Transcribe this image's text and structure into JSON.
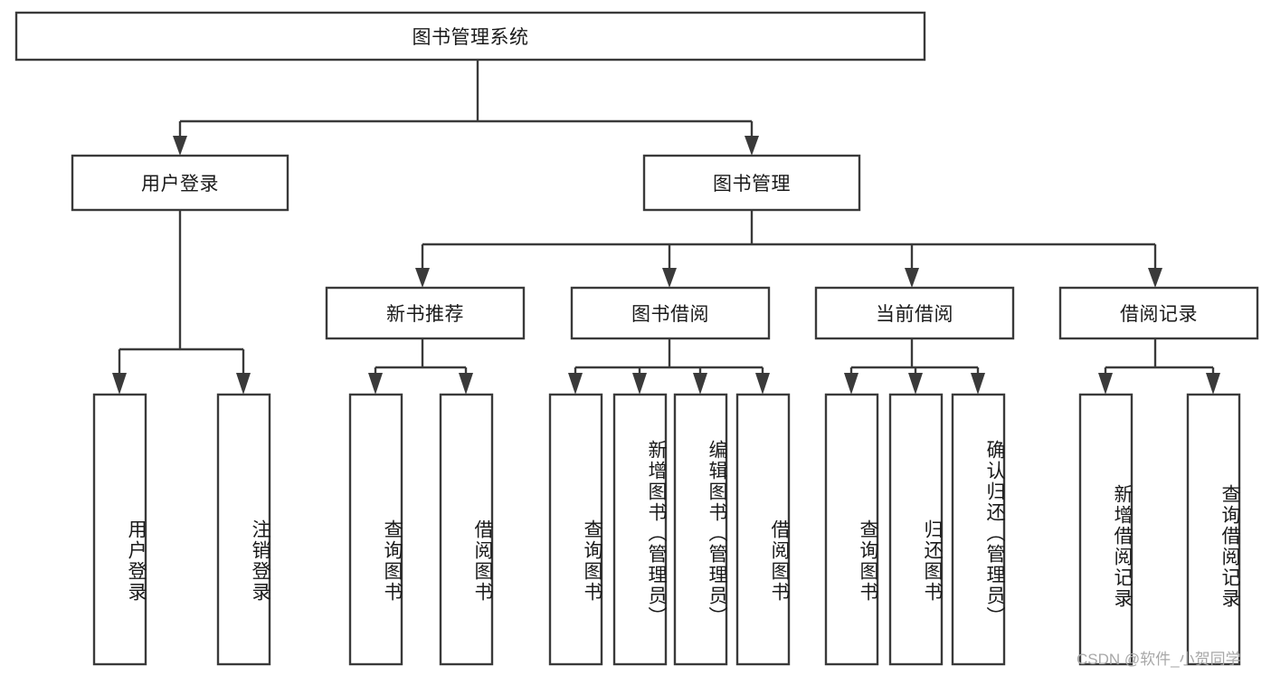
{
  "diagram": {
    "type": "tree",
    "title": "图书管理系统",
    "root": {
      "label": "图书管理系统"
    },
    "level2": [
      {
        "label": "用户登录"
      },
      {
        "label": "图书管理"
      }
    ],
    "level3": [
      {
        "label": "新书推荐"
      },
      {
        "label": "图书借阅"
      },
      {
        "label": "当前借阅"
      },
      {
        "label": "借阅记录"
      }
    ],
    "leaves": {
      "user_login": [
        {
          "label": "用户登录"
        },
        {
          "label": "注销登录"
        }
      ],
      "new_book_recommend": [
        {
          "label": "查询图书"
        },
        {
          "label": "借阅图书"
        }
      ],
      "book_borrow": [
        {
          "label": "查询图书"
        },
        {
          "label": "新增图书（管理员）"
        },
        {
          "label": "编辑图书（管理员）"
        },
        {
          "label": "借阅图书"
        }
      ],
      "current_borrow": [
        {
          "label": "查询图书"
        },
        {
          "label": "归还图书"
        },
        {
          "label": "确认归还（管理员）"
        }
      ],
      "borrow_record": [
        {
          "label": "新增借阅记录"
        },
        {
          "label": "查询借阅记录"
        }
      ]
    }
  },
  "watermark": {
    "text": "CSDN @软件_小贺同学"
  },
  "colors": {
    "stroke": "#3a3a3a",
    "fill": "#ffffff",
    "text": "#1a1a1a",
    "watermark": "#a8a8a8"
  }
}
